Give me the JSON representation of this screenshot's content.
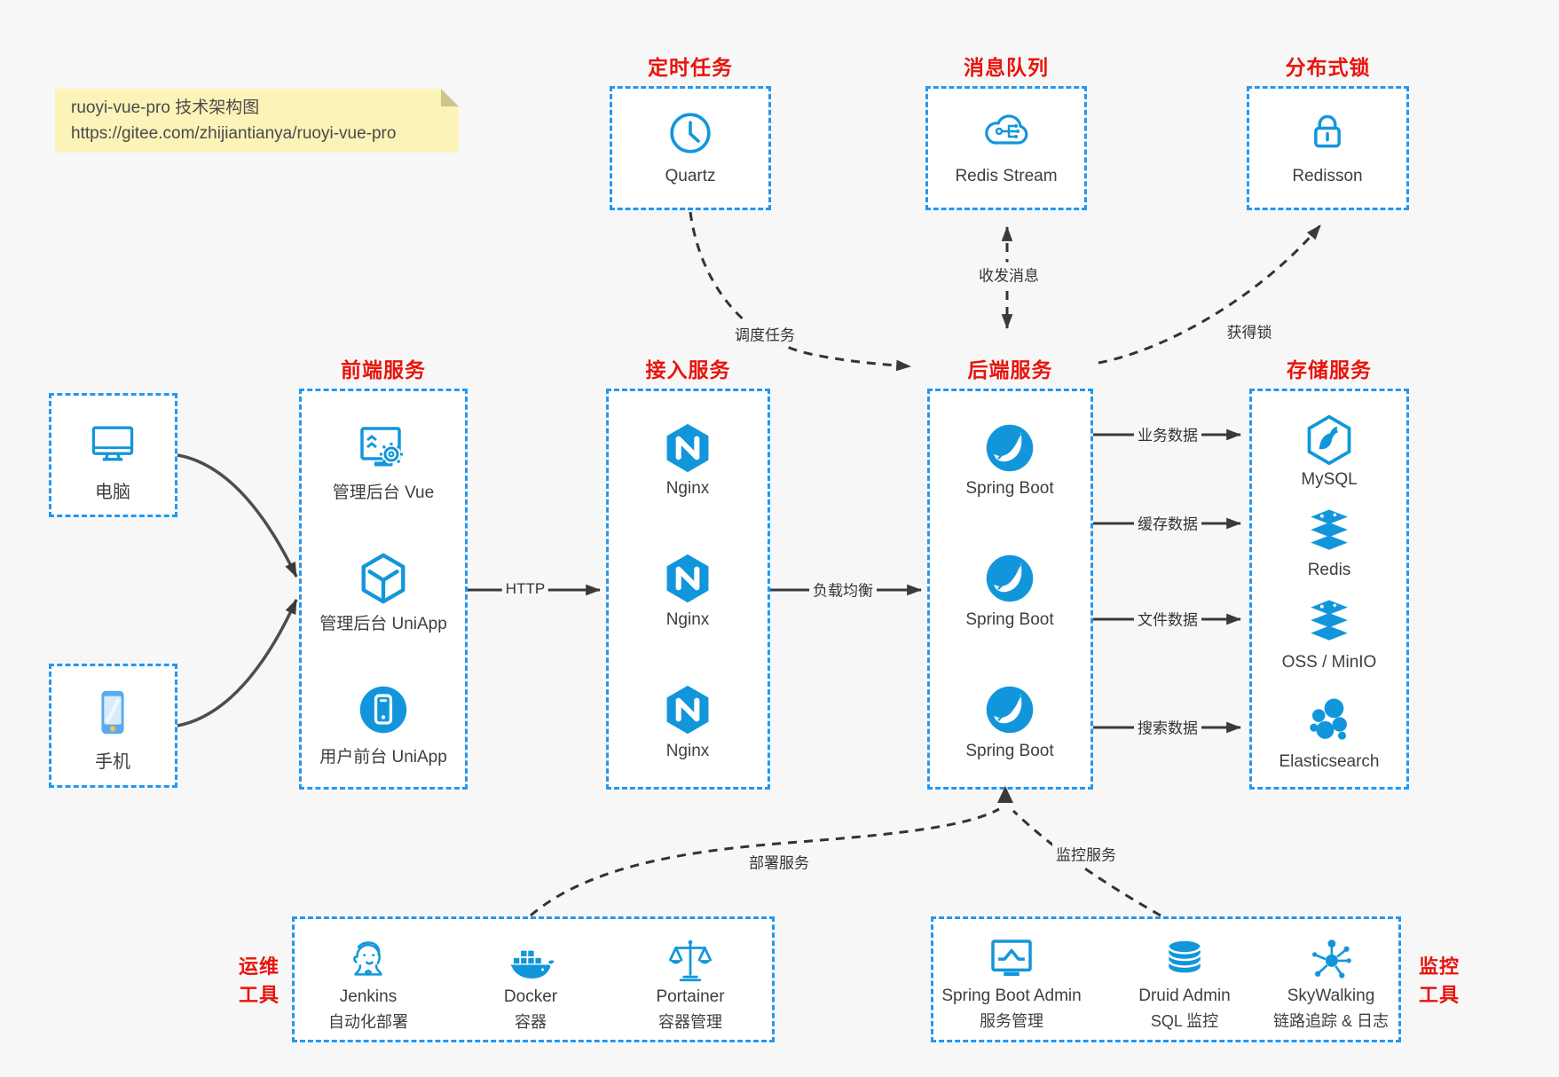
{
  "colors": {
    "accent_blue": "#1296db",
    "border_blue": "#2298f1",
    "accent_red": "#e8140c",
    "text_dark": "#3e3e3e",
    "bg": "#f7f7f7",
    "note_bg": "#fbf3b8"
  },
  "note": {
    "title": "ruoyi-vue-pro 技术架构图",
    "url": "https://gitee.com/zhijiantianya/ruoyi-vue-pro"
  },
  "top_groups": [
    {
      "title": "定时任务",
      "item": "Quartz"
    },
    {
      "title": "消息队列",
      "item": "Redis Stream"
    },
    {
      "title": "分布式锁",
      "item": "Redisson"
    }
  ],
  "clients": [
    {
      "label": "电脑"
    },
    {
      "label": "手机"
    }
  ],
  "columns": {
    "frontend": {
      "title": "前端服务",
      "items": [
        "管理后台 Vue",
        "管理后台 UniApp",
        "用户前台 UniApp"
      ]
    },
    "access": {
      "title": "接入服务",
      "items": [
        "Nginx",
        "Nginx",
        "Nginx"
      ]
    },
    "backend": {
      "title": "后端服务",
      "items": [
        "Spring Boot",
        "Spring Boot",
        "Spring Boot"
      ]
    },
    "storage": {
      "title": "存储服务",
      "items": [
        "MySQL",
        "Redis",
        "OSS / MinIO",
        "Elasticsearch"
      ]
    }
  },
  "edges": {
    "http": "HTTP",
    "load_balance": "负载均衡",
    "business_data": "业务数据",
    "cache_data": "缓存数据",
    "file_data": "文件数据",
    "search_data": "搜索数据",
    "schedule": "调度任务",
    "messaging": "收发消息",
    "lock": "获得锁",
    "deploy": "部署服务",
    "monitor": "监控服务"
  },
  "ops": {
    "group_label": [
      "运维",
      "工具"
    ],
    "items": [
      {
        "name": "Jenkins",
        "desc": "自动化部署"
      },
      {
        "name": "Docker",
        "desc": "容器"
      },
      {
        "name": "Portainer",
        "desc": "容器管理"
      }
    ]
  },
  "monitoring": {
    "group_label": [
      "监控",
      "工具"
    ],
    "items": [
      {
        "name": "Spring Boot Admin",
        "desc": "服务管理"
      },
      {
        "name": "Druid Admin",
        "desc": "SQL 监控"
      },
      {
        "name": "SkyWalking",
        "desc": "链路追踪 & 日志"
      }
    ]
  }
}
